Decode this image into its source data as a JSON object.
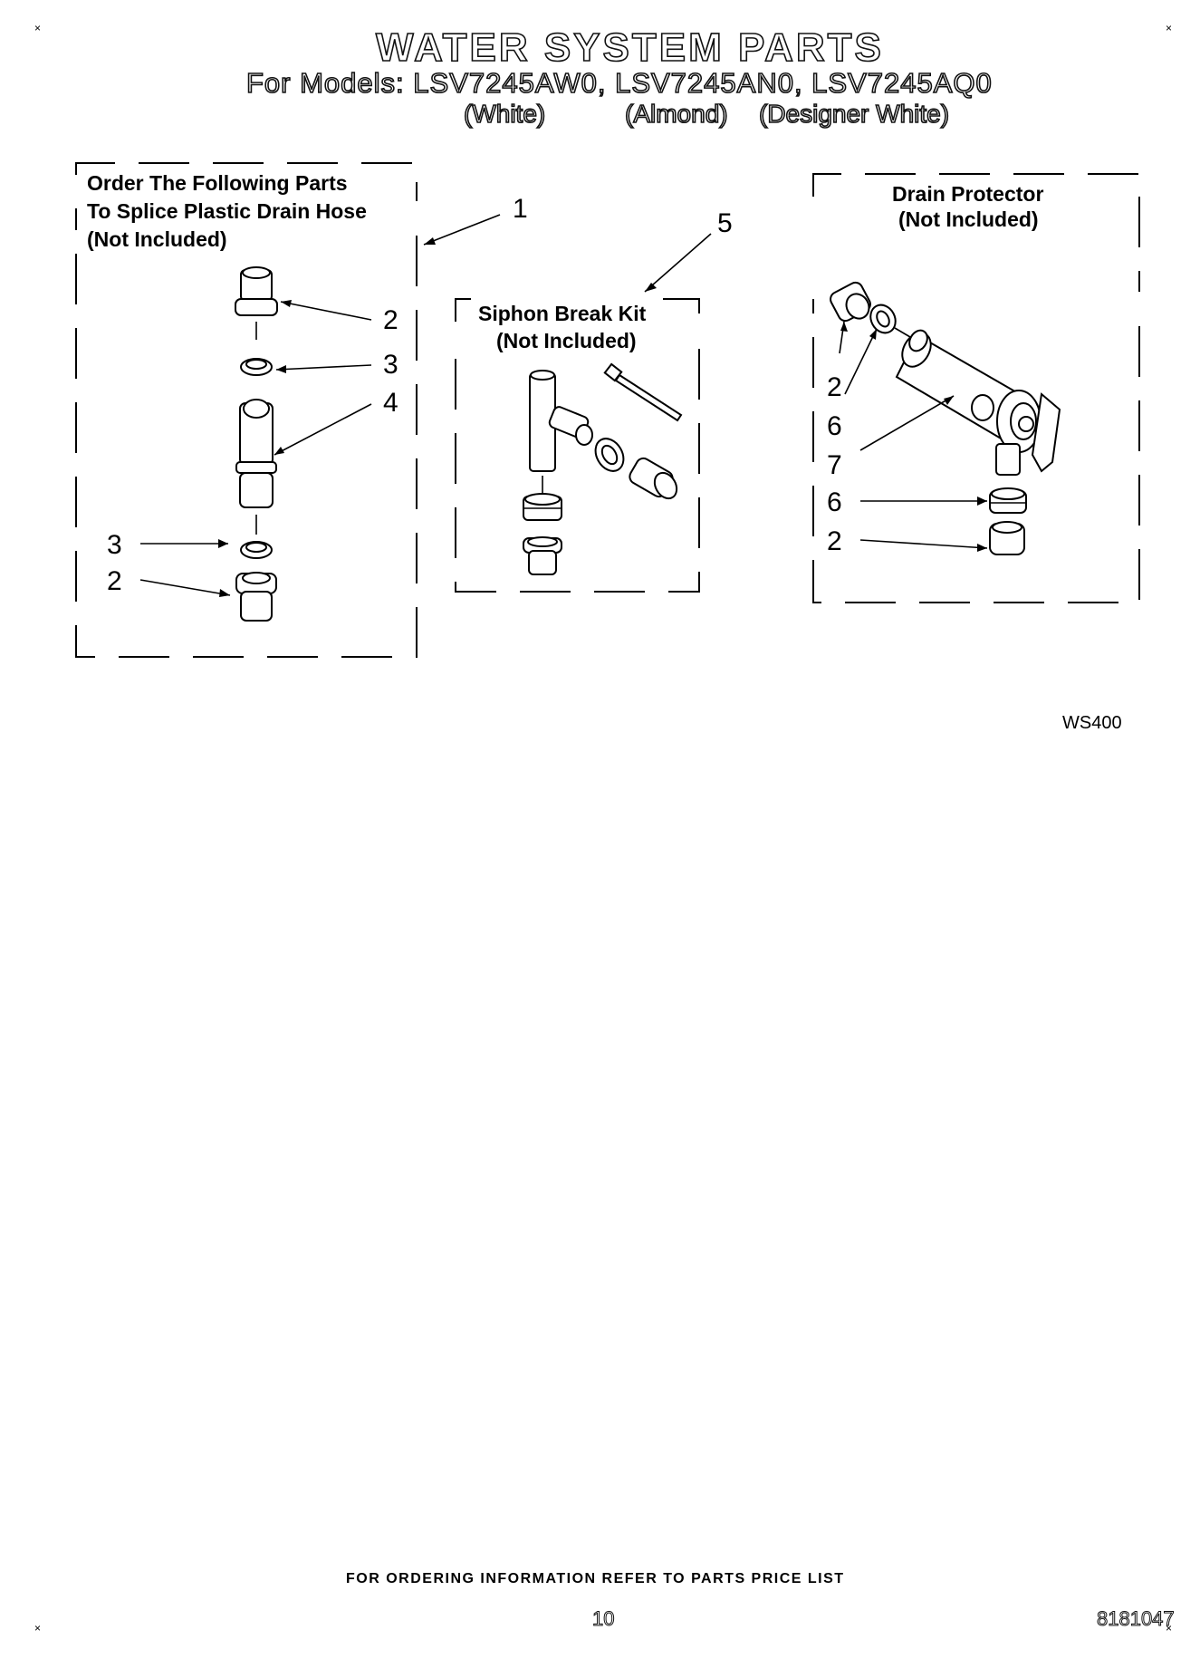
{
  "header": {
    "title": "WATER SYSTEM PARTS",
    "models_line": "For Models: LSV7245AW0,  LSV7245AN0, LSV7245AQ0",
    "colors": [
      "(White)",
      "(Almond)",
      "(Designer White)"
    ]
  },
  "boxes": {
    "splice": {
      "title_lines": [
        "Order The Following Parts",
        "To Splice Plastic Drain Hose",
        "(Not Included)"
      ]
    },
    "siphon": {
      "title_lines": [
        "Siphon Break Kit",
        "(Not Included)"
      ]
    },
    "drain": {
      "title_lines": [
        "Drain Protector",
        "(Not Included)"
      ]
    }
  },
  "callouts": {
    "splice_box": "1",
    "siphon_box": "5",
    "splice": [
      "2",
      "3",
      "4",
      "3",
      "2"
    ],
    "drain": [
      "2",
      "6",
      "7",
      "6",
      "2"
    ]
  },
  "diagram_code": "WS400",
  "footer": {
    "note": "FOR ORDERING INFORMATION REFER TO PARTS PRICE LIST",
    "page_number": "10",
    "doc_number": "8181047"
  }
}
